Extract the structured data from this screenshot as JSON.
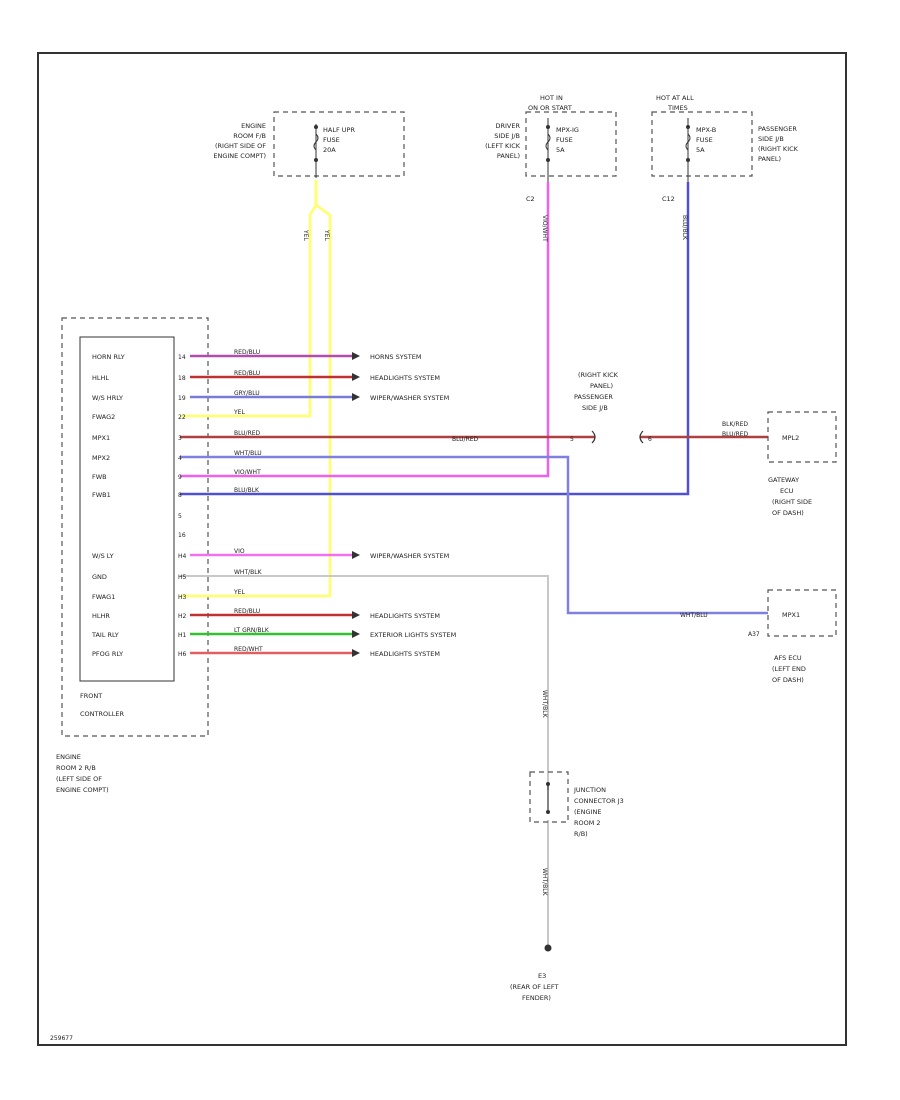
{
  "fuses": {
    "engine_room_fuse": {
      "location": [
        "ENGINE",
        "ROOM F/B",
        "(RIGHT SIDE OF",
        "ENGINE COMPT)"
      ],
      "label": [
        "HALF UPR",
        "FUSE",
        "20A"
      ]
    },
    "hot_in_on_start": {
      "header": [
        "HOT IN",
        "ON OR START"
      ],
      "location": [
        "DRIVER",
        "SIDE J/B",
        "(LEFT KICK",
        "PANEL)"
      ],
      "label": [
        "MPX-IG",
        "FUSE",
        "5A"
      ],
      "connector": "C2"
    },
    "hot_at_all_times": {
      "header": [
        "HOT AT ALL",
        "TIMES"
      ],
      "location": [
        "PASSENGER",
        "SIDE J/B",
        "(RIGHT KICK",
        "PANEL)"
      ],
      "label": [
        "MPX-B",
        "FUSE",
        "5A"
      ],
      "connector": "C12"
    }
  },
  "front_controller": {
    "title": [
      "FRONT",
      "CONTROLLER"
    ],
    "location": [
      "ENGINE",
      "ROOM 2 R/B",
      "(LEFT SIDE OF",
      "ENGINE COMPT)"
    ],
    "pins": [
      {
        "name": "HORN RLY",
        "num": "14",
        "wire": "RED/BLU",
        "color": "#b24bb2",
        "dest": "HORNS SYSTEM"
      },
      {
        "name": "HLHL",
        "num": "18",
        "wire": "RED/BLU",
        "color": "#c03030",
        "dest": "HEADLIGHTS SYSTEM"
      },
      {
        "name": "W/S HRLY",
        "num": "19",
        "wire": "GRY/BLU",
        "color": "#7a7ad8",
        "dest": "WIPER/WASHER SYSTEM"
      },
      {
        "name": "FWAG2",
        "num": "22",
        "wire": "YEL",
        "color": "#ffff66",
        "dest": ""
      },
      {
        "name": "MPX1",
        "num": "3",
        "wire": "BLU/RED",
        "color": "#b04040",
        "dest": ""
      },
      {
        "name": "MPX2",
        "num": "4",
        "wire": "WHT/BLU",
        "color": "#8080e0",
        "dest": ""
      },
      {
        "name": "FWB",
        "num": "9",
        "wire": "VIO/WHT",
        "color": "#f060f0",
        "dest": ""
      },
      {
        "name": "FWB1",
        "num": "8",
        "wire": "BLU/BLK",
        "color": "#5050d0",
        "dest": ""
      },
      {
        "name": "",
        "num": "5",
        "wire": "",
        "color": "",
        "dest": ""
      },
      {
        "name": "",
        "num": "16",
        "wire": "",
        "color": "",
        "dest": ""
      },
      {
        "name": "W/S LY",
        "num": "H4",
        "wire": "VIO",
        "color": "#f070f0",
        "dest": "WIPER/WASHER SYSTEM"
      },
      {
        "name": "GND",
        "num": "H5",
        "wire": "WHT/BLK",
        "color": "#c8c8c8",
        "dest": ""
      },
      {
        "name": "FWAG1",
        "num": "H3",
        "wire": "YEL",
        "color": "#ffff66",
        "dest": ""
      },
      {
        "name": "HLHR",
        "num": "H2",
        "wire": "RED/BLU",
        "color": "#c03030",
        "dest": "HEADLIGHTS SYSTEM"
      },
      {
        "name": "TAIL RLY",
        "num": "H1",
        "wire": "LT GRN/BLK",
        "color": "#30c030",
        "dest": "EXTERIOR LIGHTS SYSTEM"
      },
      {
        "name": "PFOG RLY",
        "num": "H6",
        "wire": "RED/WHT",
        "color": "#e06060",
        "dest": "HEADLIGHTS SYSTEM"
      }
    ]
  },
  "engine_wire_labels": [
    "YEL",
    "YEL"
  ],
  "c2_wire": "VIO/WHT",
  "c12_wire": "BLU/BLK",
  "passenger_jb": {
    "label": [
      "(RIGHT KICK",
      "PANEL)",
      "PASSENGER",
      "SIDE J/B"
    ],
    "wire_main": "BLU/RED",
    "pin_left": "5",
    "pin_right": "6",
    "wire_right": "BLU/RED",
    "wire_right_top": "BLK/RED"
  },
  "gateway_ecu": {
    "pin": "MPL2",
    "label": [
      "GATEWAY",
      "ECU",
      "(RIGHT SIDE",
      "OF DASH)"
    ]
  },
  "afs_ecu": {
    "pin": "MPX1",
    "connector": "A37",
    "wire": "WHT/BLU",
    "label": [
      "AFS ECU",
      "(LEFT END",
      "OF DASH)"
    ]
  },
  "junction": {
    "label": [
      "JUNCTION",
      "CONNECTOR J3",
      "(ENGINE",
      "ROOM 2",
      "R/B)"
    ],
    "wire_top": "WHT/BLK",
    "wire_bottom": "WHT/BLK"
  },
  "ground": {
    "id": "E3",
    "label": [
      "(REAR OF LEFT",
      "FENDER)"
    ]
  },
  "footer_code": "259677"
}
